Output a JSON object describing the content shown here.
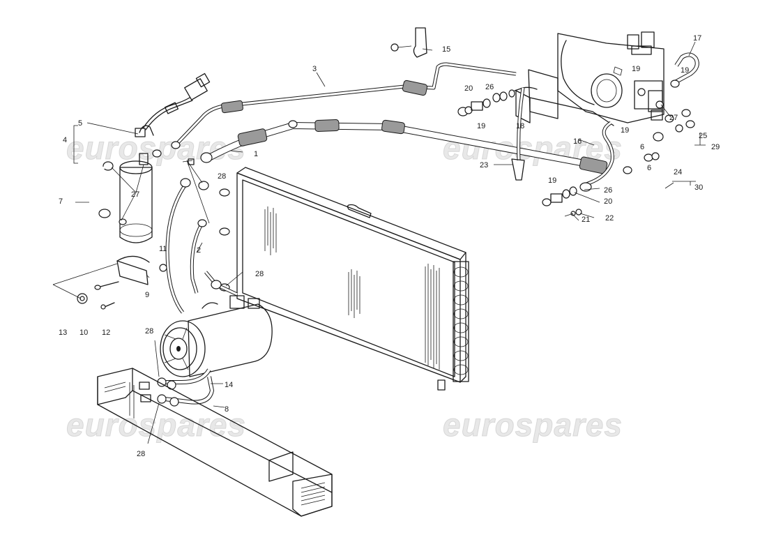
{
  "watermark": {
    "text": "eurospares"
  },
  "callouts": {
    "c1": "1",
    "c2": "2",
    "c3": "3",
    "c4": "4",
    "c5": "5",
    "c6": "6",
    "c6b": "6",
    "c7": "7",
    "c8": "8",
    "c9": "9",
    "c10": "10",
    "c11": "11",
    "c12": "12",
    "c13": "13",
    "c14": "14",
    "c15": "15",
    "c16": "16",
    "c17": "17",
    "c18": "18",
    "c19a": "19",
    "c19b": "19",
    "c19c": "19",
    "c19d": "19",
    "c19e": "19",
    "c20a": "20",
    "c20b": "20",
    "c21": "21",
    "c22": "22",
    "c23": "23",
    "c24": "24",
    "c25": "25",
    "c26a": "26",
    "c26b": "26",
    "c27a": "27",
    "c27b": "27",
    "c28a": "28",
    "c28b": "28",
    "c28c": "28",
    "c28d": "28",
    "c29": "29",
    "c30": "30"
  }
}
